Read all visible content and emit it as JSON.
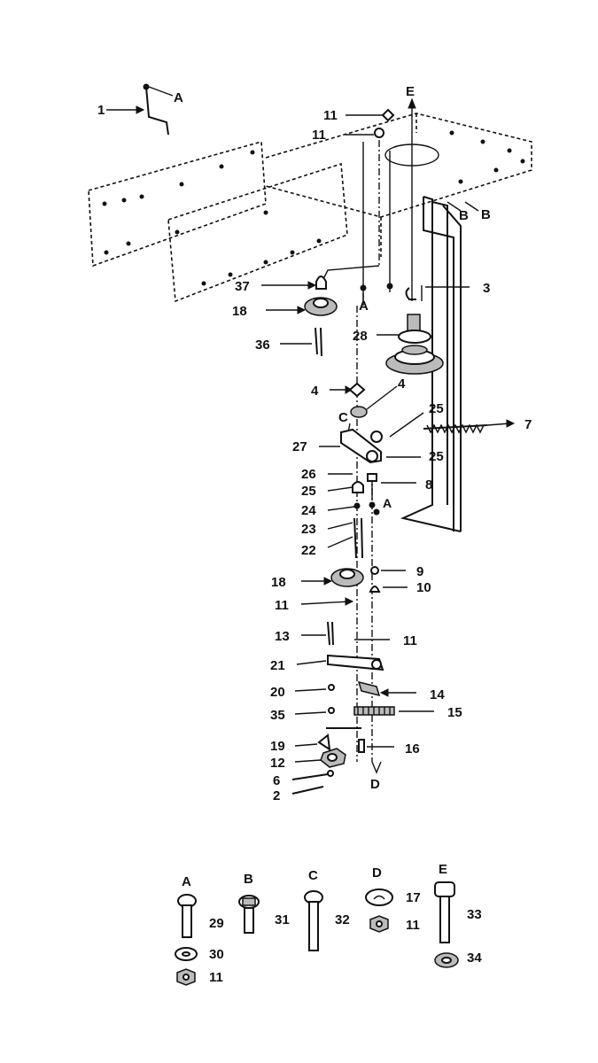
{
  "callouts": {
    "c1": "1",
    "c1_letter": "A",
    "c11a": "11",
    "c11b": "11",
    "cE": "E",
    "cB1": "B",
    "cB2": "B",
    "c37": "37",
    "cA_mid": "A",
    "c3": "3",
    "c18a": "18",
    "c28": "28",
    "c36": "36",
    "c4a": "4",
    "c4b": "4",
    "cC": "C",
    "c25a": "25",
    "c7": "7",
    "c27": "27",
    "c25b": "25",
    "c26": "26",
    "c25c": "25",
    "c8": "8",
    "c24": "24",
    "c23": "23",
    "cA_small": "A",
    "c22": "22",
    "c9": "9",
    "c18b": "18",
    "c10": "10",
    "c11c": "11",
    "c13": "13",
    "c11d": "11",
    "c21": "21",
    "c20": "20",
    "c14": "14",
    "c35": "35",
    "c15": "15",
    "c19": "19",
    "c16": "16",
    "c12": "12",
    "cD": "D",
    "c6": "6",
    "c2": "2"
  },
  "hardware_key": [
    {
      "letter": "A",
      "items": [
        "29",
        "30",
        "11"
      ]
    },
    {
      "letter": "B",
      "items": [
        "31"
      ]
    },
    {
      "letter": "C",
      "items": [
        "32"
      ]
    },
    {
      "letter": "D",
      "items": [
        "17",
        "11"
      ]
    },
    {
      "letter": "E",
      "items": [
        "33",
        "34"
      ]
    }
  ]
}
